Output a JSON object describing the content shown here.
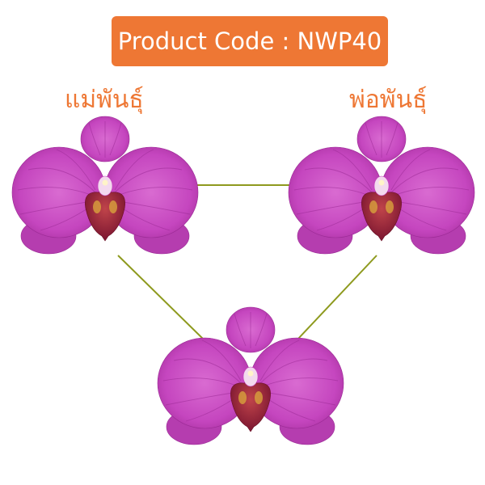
{
  "header": {
    "product_code": "Product Code : NWP40"
  },
  "labels": {
    "mother": "แม่พันธุ์",
    "father": "พ่อพันธุ์"
  },
  "colors": {
    "badge": "#EE7734",
    "label": "#EE7734",
    "connector": "#8E9A1E",
    "petal": "#C546BF",
    "petal_dark": "#9B2A95",
    "lip": "#8E1F3A",
    "column": "#F3D9EE"
  },
  "flowers": [
    "mother-orchid",
    "father-orchid",
    "offspring-orchid"
  ]
}
